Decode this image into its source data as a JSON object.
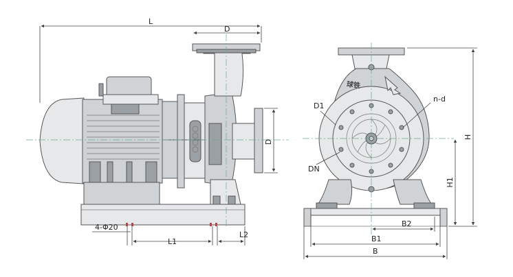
{
  "labels": {
    "L": "L",
    "D_top": "D",
    "D_side": "D",
    "holes": "4-Φ20",
    "L1": "L1",
    "L2": "L2",
    "D1": "D1",
    "n_d": "n-d",
    "DN": "DN",
    "H": "H",
    "H1": "H1",
    "B2": "B2",
    "B1": "B1",
    "B": "B",
    "brand": "球铁"
  }
}
